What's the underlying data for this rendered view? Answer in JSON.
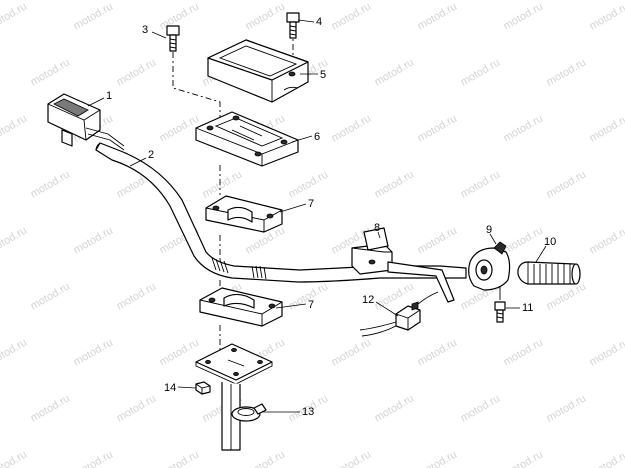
{
  "watermark": "motod.ru",
  "callouts": [
    {
      "id": "1",
      "label": "1"
    },
    {
      "id": "2",
      "label": "2"
    },
    {
      "id": "3",
      "label": "3"
    },
    {
      "id": "4",
      "label": "4"
    },
    {
      "id": "5",
      "label": "5"
    },
    {
      "id": "6",
      "label": "6"
    },
    {
      "id": "7a",
      "label": "7"
    },
    {
      "id": "7b",
      "label": "7"
    },
    {
      "id": "8",
      "label": "8"
    },
    {
      "id": "9",
      "label": "9"
    },
    {
      "id": "10",
      "label": "10"
    },
    {
      "id": "11",
      "label": "11"
    },
    {
      "id": "12",
      "label": "12"
    },
    {
      "id": "13",
      "label": "13"
    },
    {
      "id": "14",
      "label": "14"
    }
  ]
}
